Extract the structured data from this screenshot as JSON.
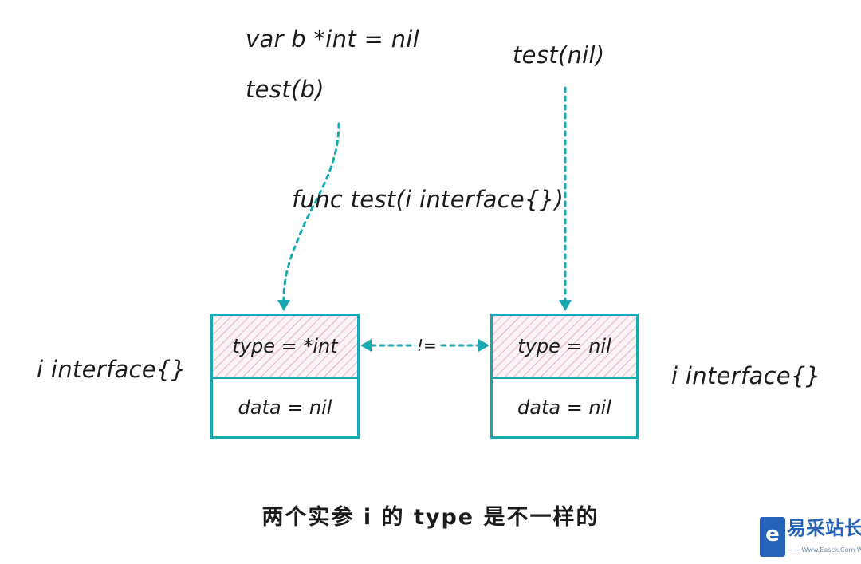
{
  "code": {
    "left_decl": "var b *int = nil",
    "left_call": "test(b)",
    "right_call": "test(nil)",
    "func_sig": "func test(i interface{})"
  },
  "boxes": {
    "left": {
      "label": "i interface{}",
      "type_text": "type = *int",
      "data_text": "data = nil"
    },
    "right": {
      "label": "i interface{}",
      "type_text": "type = nil",
      "data_text": "data = nil"
    }
  },
  "compare_label": "!=",
  "caption": "两个实参 i 的 type 是不一样的",
  "watermark": {
    "name": "易采站长站",
    "sub": "—— Www.Easck.Com Webmaster"
  },
  "colors": {
    "accent": "#17a9b1",
    "hatch": "#e0a0be",
    "text": "#1b1b1b"
  },
  "icons": [
    "down-arrow-icon",
    "double-headed-arrow-icon"
  ]
}
